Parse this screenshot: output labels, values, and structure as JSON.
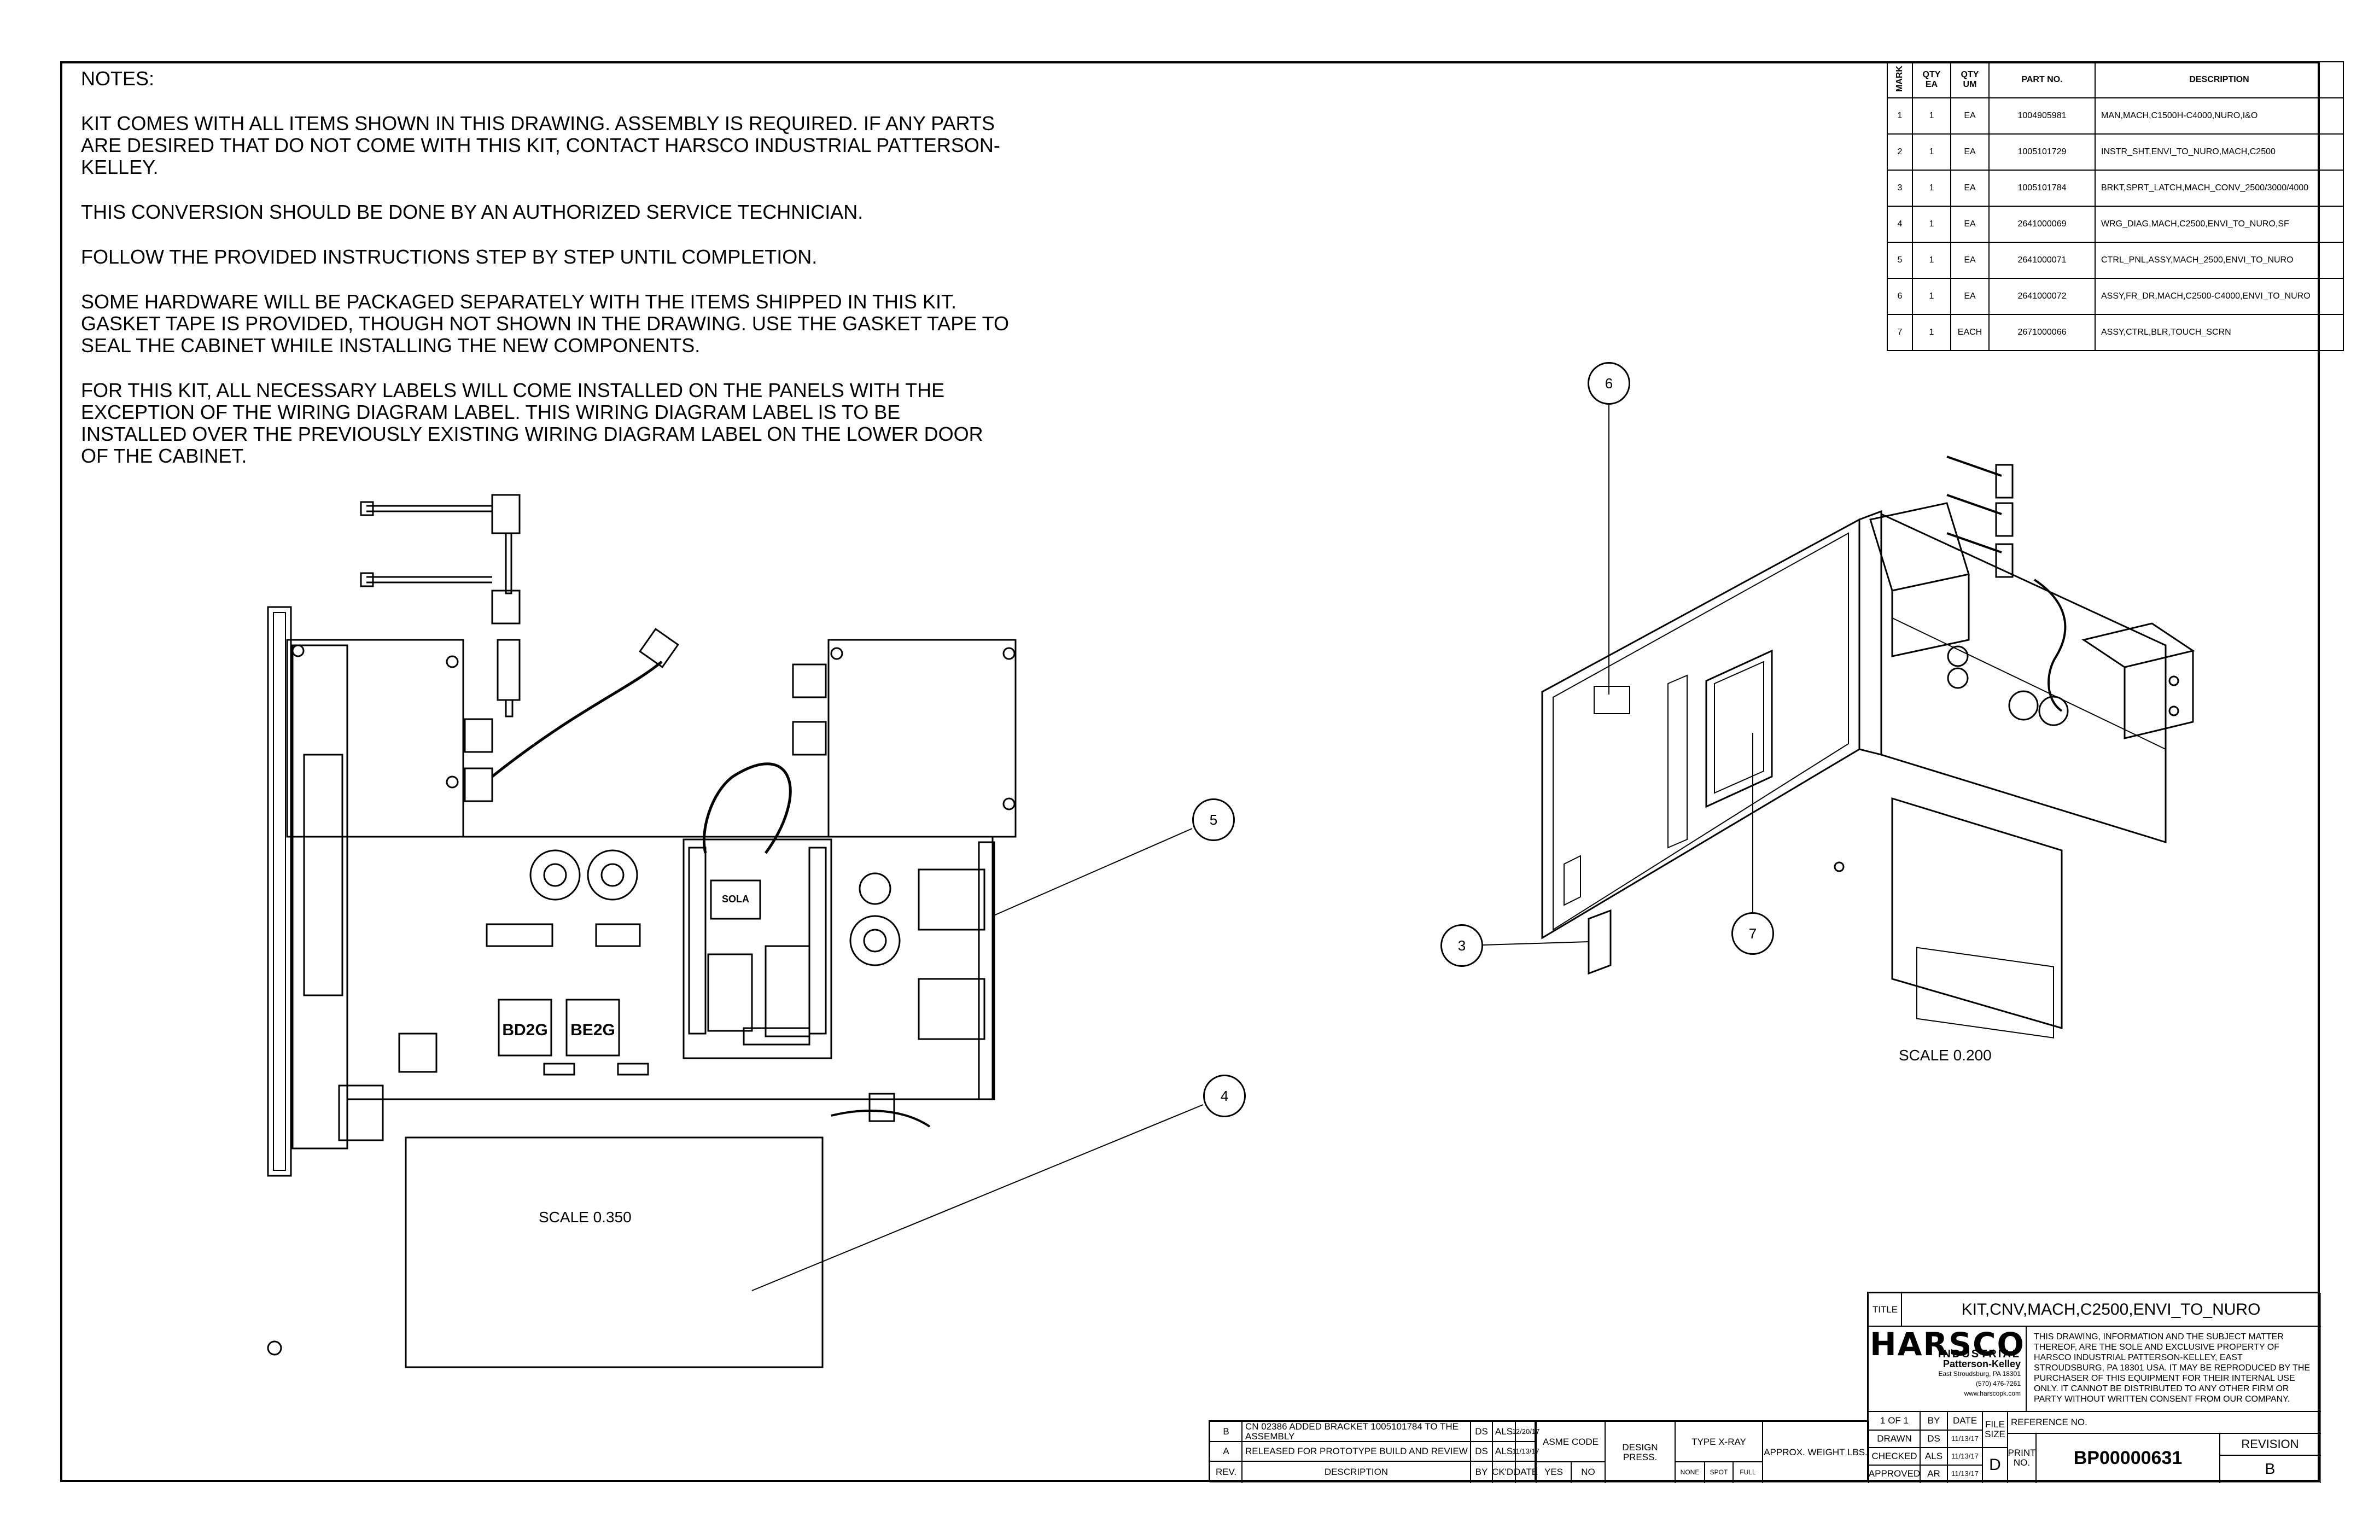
{
  "notes": {
    "heading": "NOTES:",
    "items": [
      "KIT COMES WITH ALL ITEMS SHOWN IN THIS DRAWING. ASSEMBLY IS REQUIRED. IF ANY PARTS ARE DESIRED THAT DO NOT COME WITH THIS KIT, CONTACT HARSCO INDUSTRIAL PATTERSON-KELLEY.",
      "THIS CONVERSION SHOULD BE DONE BY AN AUTHORIZED SERVICE TECHNICIAN.",
      "FOLLOW THE PROVIDED INSTRUCTIONS STEP BY STEP UNTIL COMPLETION.",
      "SOME HARDWARE WILL BE PACKAGED SEPARATELY WITH THE ITEMS SHIPPED IN THIS KIT. GASKET TAPE IS PROVIDED, THOUGH NOT SHOWN IN THE DRAWING. USE THE GASKET TAPE TO SEAL THE CABINET WHILE INSTALLING THE NEW COMPONENTS.",
      "FOR THIS KIT, ALL NECESSARY LABELS WILL COME INSTALLED ON THE PANELS WITH THE EXCEPTION OF THE WIRING DIAGRAM LABEL. THIS WIRING DIAGRAM LABEL IS TO BE INSTALLED OVER THE PREVIOUSLY EXISTING WIRING DIAGRAM LABEL ON THE LOWER DOOR OF THE CABINET."
    ]
  },
  "bom": {
    "headers": [
      "MARK",
      "QTY EA",
      "QTY UM",
      "PART NO.",
      "DESCRIPTION"
    ],
    "rows": [
      [
        "1",
        "1",
        "EA",
        "1004905981",
        "MAN,MACH,C1500H-C4000,NURO,I&O"
      ],
      [
        "2",
        "1",
        "EA",
        "1005101729",
        "INSTR_SHT,ENVI_TO_NURO,MACH,C2500"
      ],
      [
        "3",
        "1",
        "EA",
        "1005101784",
        "BRKT,SPRT_LATCH,MACH_CONV_2500/3000/4000"
      ],
      [
        "4",
        "1",
        "EA",
        "2641000069",
        "WRG_DIAG,MACH,C2500,ENVI_TO_NURO,SF"
      ],
      [
        "5",
        "1",
        "EA",
        "2641000071",
        "CTRL_PNL,ASSY,MACH_2500,ENVI_TO_NURO"
      ],
      [
        "6",
        "1",
        "EA",
        "2641000072",
        "ASSY,FR_DR,MACH,C2500-C4000,ENVI_TO_NURO"
      ],
      [
        "7",
        "1",
        "EACH",
        "2671000066",
        "ASSY,CTRL,BLR,TOUCH_SCRN"
      ]
    ]
  },
  "balloons": [
    "6",
    "5",
    "4",
    "3",
    "7"
  ],
  "scales": {
    "left": "SCALE 0.350",
    "right": "SCALE 0.200"
  },
  "panel_labels": {
    "module1": "BD2G",
    "module2": "BE2G",
    "controller": "SOLA"
  },
  "revisions": {
    "rows": [
      {
        "rev": "B",
        "description": "CN 02386 ADDED BRACKET 1005101784 TO THE ASSEMBLY",
        "by": "DS",
        "ckd": "ALS",
        "date": "12/20/17"
      },
      {
        "rev": "A",
        "description": "RELEASED FOR PROTOTYPE BUILD AND REVIEW",
        "by": "DS",
        "ckd": "ALS",
        "date": "11/13/17"
      }
    ],
    "headers": {
      "rev": "REV.",
      "description": "DESCRIPTION",
      "by": "BY",
      "ckd": "CK'D.",
      "date": "DATE"
    }
  },
  "specs": {
    "asme_code": "ASME CODE",
    "yes": "YES",
    "no": "NO",
    "design_press": "DESIGN PRESS.",
    "type_xray": "TYPE X-RAY",
    "none": "NONE",
    "spot": "SPOT",
    "full": "FULL",
    "approx_weight": "APPROX. WEIGHT LBS."
  },
  "title_block": {
    "title_label": "TITLE",
    "title": "KIT,CNV,MACH,C2500,ENVI_TO_NURO",
    "company": "HARSCO",
    "division": "INDUSTRIAL",
    "subsidiary": "Patterson-Kelley",
    "address": "East Stroudsburg, PA 18301",
    "phone": "(570) 476-7261",
    "web": "www.harscopk.com",
    "proprietary": "THIS DRAWING, INFORMATION AND THE SUBJECT MATTER THEREOF, ARE THE SOLE AND EXCLUSIVE PROPERTY OF HARSCO INDUSTRIAL PATTERSON-KELLEY, EAST STROUDSBURG, PA 18301 USA. IT MAY BE REPRODUCED BY THE PURCHASER OF THIS EQUIPMENT FOR THEIR INTERNAL USE ONLY. IT CANNOT BE DISTRIBUTED TO ANY OTHER FIRM OR PARTY WITHOUT WRITTEN CONSENT FROM OUR COMPANY.",
    "sheet": "1 OF 1",
    "by_h": "BY",
    "date_h": "DATE",
    "drawn_l": "DRAWN",
    "drawn_by": "DS",
    "drawn_date": "11/13/17",
    "checked_l": "CHECKED",
    "checked_by": "ALS",
    "checked_date": "11/13/17",
    "approved_l": "APPROVED",
    "approved_by": "AR",
    "approved_date": "11/13/17",
    "file_size_l": "FILE SIZE",
    "file_size": "D",
    "reference_l": "REFERENCE NO.",
    "print_no_l": "PRINT NO.",
    "print_no": "BP00000631",
    "revision_l": "REVISION",
    "revision": "B"
  }
}
